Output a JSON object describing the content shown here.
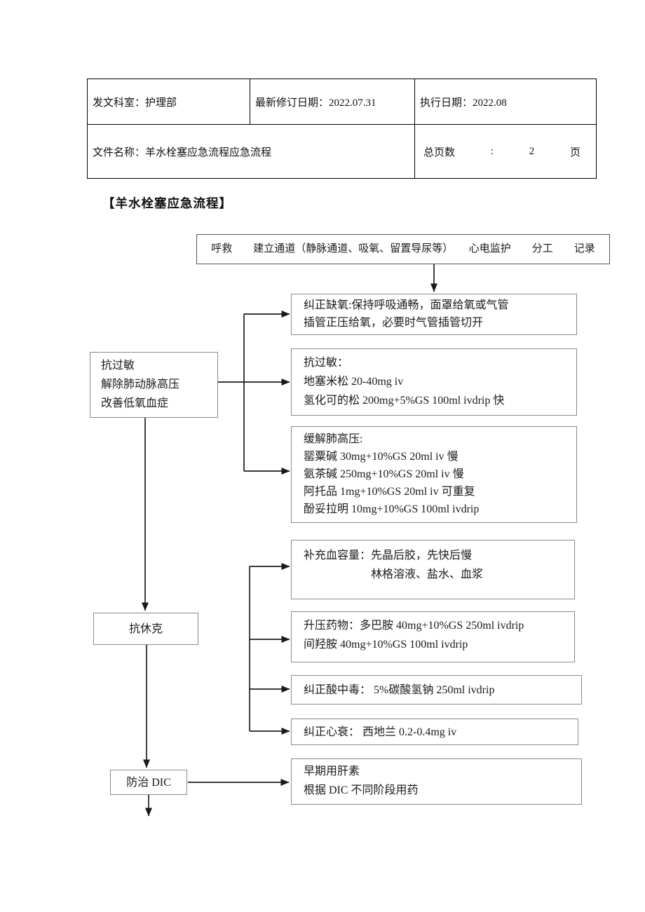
{
  "header_table": {
    "issuing_dept": "发文科室：护理部",
    "revision_date": "最新修订日期：2022.07.31",
    "effective_date": "执行日期：2022.08",
    "file_name": "文件名称：羊水栓塞应急流程应急流程",
    "total_pages": {
      "label": "总页数",
      "colon": ":",
      "value": "2",
      "unit": "页"
    }
  },
  "title": "【羊水栓塞应急流程】",
  "flowchart": {
    "start_box": "呼救　　建立通道（静脉通道、吸氧、留置导尿等）　　心电监护　　分工　　记录",
    "goal_box": [
      "抗过敏",
      "解除肺动脉高压",
      "改善低氧血症"
    ],
    "oxygen_box": [
      "纠正缺氧:保持呼吸通畅，面罩给氧或气管",
      "插管正压给氧，必要时气管插管切开"
    ],
    "antiallergy_box": [
      "抗过敏：",
      "地塞米松 20-40mg iv",
      "氢化可的松 200mg+5%GS 100ml ivdrip 快"
    ],
    "pulmonary_box": [
      "缓解肺高压:",
      "罂粟碱 30mg+10%GS 20ml iv 慢",
      "氨茶碱 250mg+10%GS 20ml iv 慢",
      "阿托品 1mg+10%GS 20ml iv 可重复",
      "酚妥拉明 10mg+10%GS 100ml ivdrip"
    ],
    "volume_box": [
      "补充血容量：先晶后胶，先快后慢",
      "　　　　　　林格溶液、盐水、血浆"
    ],
    "antishock_box": "抗休克",
    "pressor_box": [
      "升压药物：多巴胺 40mg+10%GS 250ml ivdrip",
      "间羟胺 40mg+10%GS 100ml ivdrip"
    ],
    "acidosis_box": "纠正酸中毒： 5%碳酸氢钠 250ml ivdrip",
    "heart_box": "纠正心衰： 西地兰 0.2-0.4mg iv",
    "dic_box": "防治  DIC",
    "heparin_box": [
      "早期用肝素",
      "根据 DIC 不同阶段用药"
    ]
  },
  "colors": {
    "line": "#1e1e1e",
    "box_border": "#8a8a8a",
    "table_border": "#000000"
  }
}
